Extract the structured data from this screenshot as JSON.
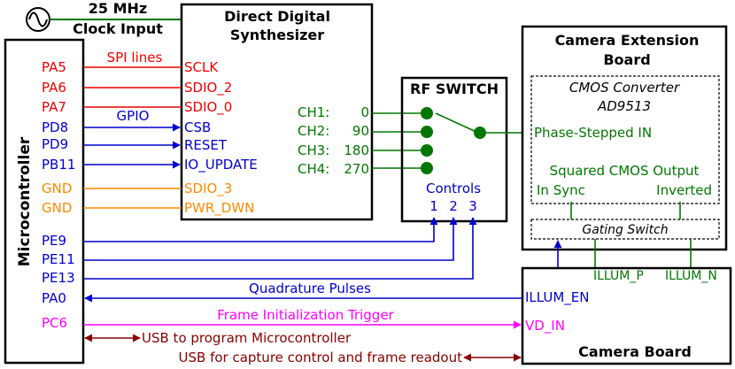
{
  "clock": {
    "freq": "25 MHz",
    "label": "Clock Input"
  },
  "dds": {
    "title_line1": "Direct Digital",
    "title_line2": "Synthesizer",
    "pins": [
      "SCLK",
      "SDIO_2",
      "SDIO_0",
      "CSB",
      "RESET",
      "IO_UPDATE",
      "SDIO_3",
      "PWR_DWN"
    ],
    "channels": [
      {
        "name": "CH1:",
        "phase": "0"
      },
      {
        "name": "CH2:",
        "phase": "90"
      },
      {
        "name": "CH3:",
        "phase": "180"
      },
      {
        "name": "CH4:",
        "phase": "270"
      }
    ]
  },
  "microcontroller": {
    "title": "Microcontroller",
    "pins": [
      "PA5",
      "PA6",
      "PA7",
      "PD8",
      "PD9",
      "PB11",
      "GND",
      "GND",
      "PE9",
      "PE11",
      "PE13",
      "PA0",
      "PC6"
    ]
  },
  "labels": {
    "spi_lines": "SPI lines",
    "gpio": "GPIO",
    "quadrature_pulses": "Quadrature Pulses",
    "frame_init_trigger": "Frame Initialization Trigger",
    "usb_program": "USB to program Microcontroller",
    "usb_capture": "USB for capture control and frame readout"
  },
  "rf_switch": {
    "title": "RF SWITCH",
    "controls_label": "Controls",
    "control_numbers": [
      "1",
      "2",
      "3"
    ]
  },
  "camera_extension": {
    "title_line1": "Camera Extension",
    "title_line2": "Board",
    "cmos_line1": "CMOS Converter",
    "cmos_line2": "AD9513",
    "phase_in": "Phase-Stepped IN",
    "squared_output": "Squared CMOS Output",
    "in_sync": "In Sync",
    "inverted": "Inverted",
    "gating_switch": "Gating Switch"
  },
  "camera_board": {
    "title": "Camera Board",
    "illum_en": "ILLUM_EN",
    "vd_in": "VD_IN",
    "illum_p": "ILLUM_P",
    "illum_n": "ILLUM_N"
  },
  "colors": {
    "red": "#ee0000",
    "blue": "#0000cc",
    "orange": "#ff8800",
    "green": "#007700",
    "magenta": "#ff00ff",
    "darkred": "#880000",
    "black": "#000000"
  }
}
